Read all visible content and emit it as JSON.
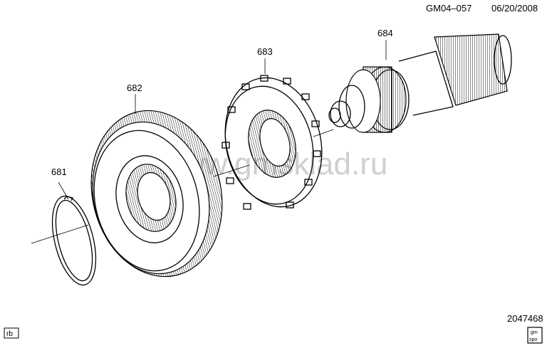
{
  "header": {
    "code": "GM04–057",
    "date": "06/20/2008"
  },
  "footer": {
    "diagram_number": "2047468",
    "initials": "rb",
    "logo_top": "gm",
    "logo_bottom": "spo"
  },
  "watermark": "www.gmsklad.ru",
  "parts": [
    {
      "id": "681",
      "label": "681"
    },
    {
      "id": "682",
      "label": "682"
    },
    {
      "id": "683",
      "label": "683"
    },
    {
      "id": "684",
      "label": "684"
    }
  ]
}
